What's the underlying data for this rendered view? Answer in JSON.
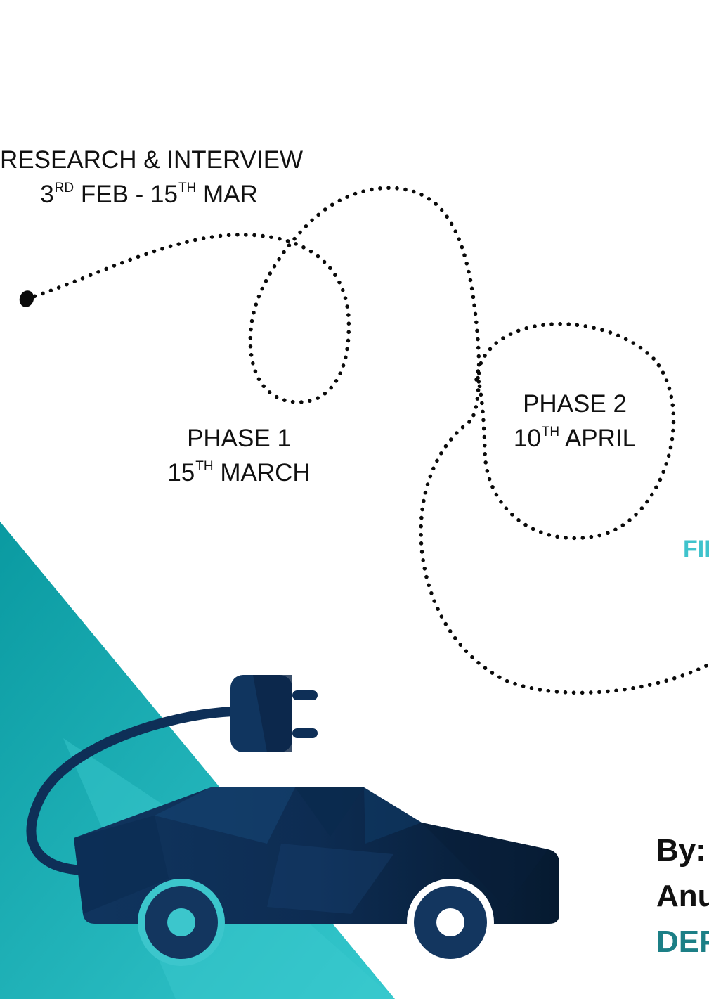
{
  "colors": {
    "teal_dark": "#0b9aa2",
    "teal_light": "#35c6cc",
    "navy": "#0e2f57",
    "dots": "#0a0a0a",
    "dept_text": "#1c7f86",
    "final_text": "#3fc3cc"
  },
  "milestones": {
    "start": {
      "title": "RESEARCH & INTERVIEW",
      "d1": "3",
      "s1": "RD",
      "t1": " FEB - 15",
      "s2": "TH",
      "t2": " MAR"
    },
    "phase1": {
      "title": "PHASE 1",
      "d": "15",
      "s": "TH",
      "t": " MARCH"
    },
    "phase2": {
      "title": "PHASE 2",
      "d": "10",
      "s": "TH",
      "t": " APRIL"
    },
    "final_partial": "FII"
  },
  "credits": {
    "by_label": "By:",
    "name_partial": "Anu",
    "dept_partial": "DEP"
  },
  "icons": [
    "electric-car-icon",
    "plug-icon",
    "charging-cable"
  ]
}
